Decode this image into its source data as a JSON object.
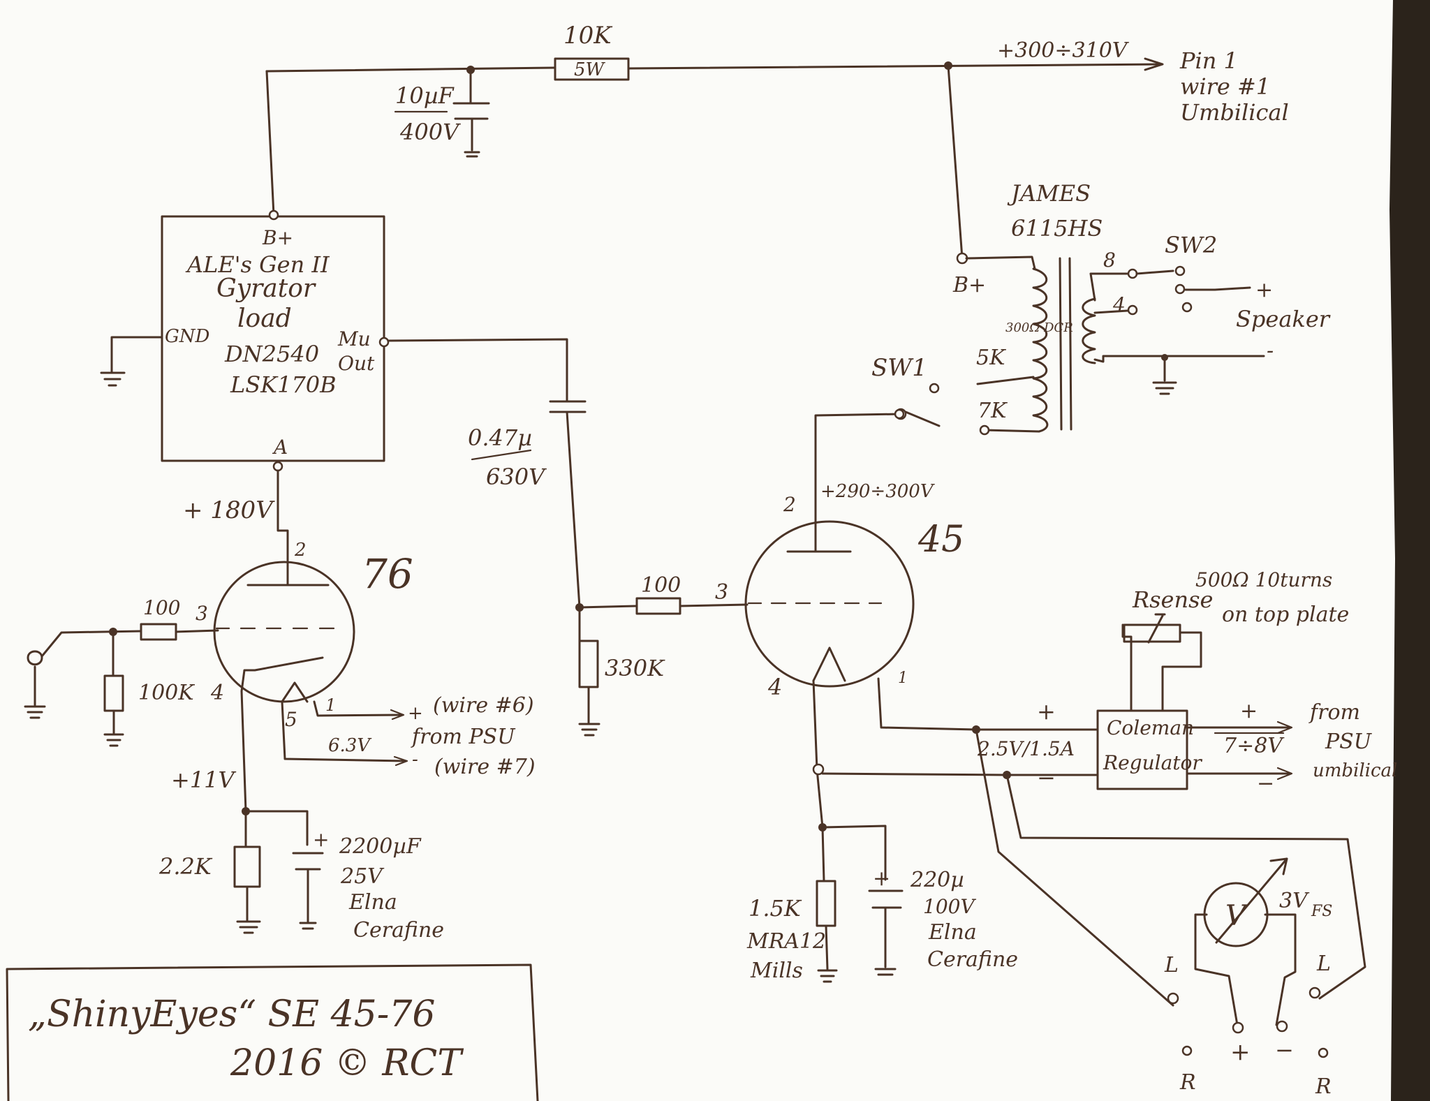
{
  "supply": {
    "r_value": "10K",
    "r_power": "5W",
    "c_value": "10µF",
    "c_voltage": "400V",
    "voltage": "+300÷310V",
    "dest_1": "Pin 1",
    "dest_2": "wire #1",
    "dest_3": "Umbilical"
  },
  "gyrator": {
    "pin_bplus": "B+",
    "title_1": "ALE's Gen II",
    "title_2": "Gyrator",
    "title_3": "load",
    "part_1": "DN2540",
    "part_2": "LSK170B",
    "gnd": "GND",
    "mu_1": "Mu",
    "mu_2": "Out",
    "pin_a": "A"
  },
  "driver": {
    "tube": "76",
    "plate_v": "+ 180V",
    "pin_plate": "2",
    "pin_grid": "3",
    "pin_cathode": "4",
    "pin_heater_a": "5",
    "pin_heater_b": "1",
    "grid_r": "100",
    "grid_leak": "100K",
    "heater_v": "6.3V",
    "heater_note_1": "(wire #6)",
    "heater_note_2": "from PSU",
    "heater_note_3": "(wire #7)",
    "heater_plus": "+",
    "heater_minus": "-",
    "cathode_v": "+11V",
    "cathode_r": "2.2K",
    "cathode_c_1": "2200µF",
    "cathode_c_2": "25V",
    "cathode_c_3": "Elna",
    "cathode_c_4": "Cerafine",
    "cap_plus": "+"
  },
  "coupling": {
    "c_value": "0.47µ",
    "c_voltage": "630V",
    "grid_r": "100",
    "grid_leak": "330K"
  },
  "output": {
    "tube": "45",
    "plate_v": "+290÷300V",
    "pin_plate": "2",
    "pin_grid": "3",
    "pin_fil_a": "4",
    "pin_fil_b": "1",
    "transformer_1": "JAMES",
    "transformer_2": "6115HS",
    "bplus": "B+",
    "dcr": "300Ω DCR",
    "sw1": "SW1",
    "tap_5k": "5K",
    "tap_7k": "7K",
    "sw2": "SW2",
    "tap_8": "8",
    "tap_4": "4",
    "speaker": "Speaker",
    "spk_plus": "+",
    "spk_minus": "-",
    "cathode_r_1": "1.5K",
    "cathode_r_2": "MRA12",
    "cathode_r_3": "Mills",
    "cathode_c_1": "220µ",
    "cathode_c_2": "100V",
    "cathode_c_3": "Elna",
    "cathode_c_4": "Cerafine",
    "cap_plus": "+"
  },
  "regulator": {
    "name_1": "Coleman",
    "name_2": "Regulator",
    "fil_v": "2.5V/1.5A",
    "in_v": "7÷8V",
    "rsense": "Rsense",
    "rsense_note_1": "500Ω 10turns",
    "rsense_note_2": "on top plate",
    "src_1": "from",
    "src_2": "PSU",
    "src_3": "umbilical",
    "plus": "+",
    "minus": "−"
  },
  "meter": {
    "symbol": "V",
    "range": "3V",
    "range_sub": "FS",
    "l_left": "L",
    "l_right": "L",
    "r_left": "R",
    "r_right": "R",
    "jack_plus": "+",
    "jack_minus": "−"
  },
  "title": {
    "name": "„ShinyEyes“ SE 45-76",
    "credit": "2016 © RCT"
  }
}
